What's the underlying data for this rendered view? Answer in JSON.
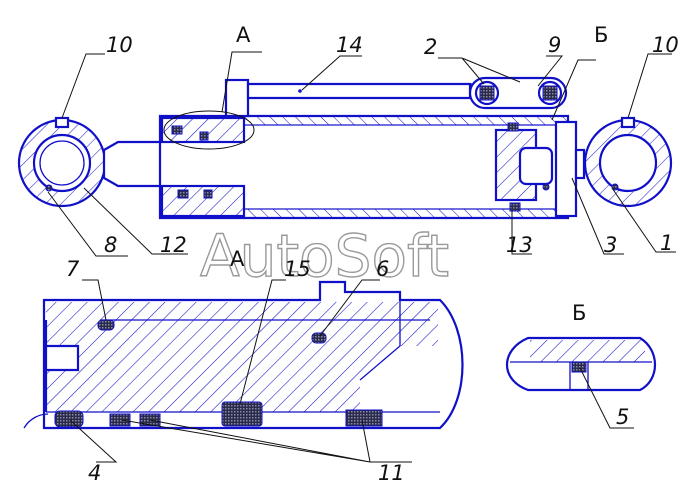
{
  "callouts": [
    {
      "id": "c10l",
      "text": "10"
    },
    {
      "id": "cA",
      "text": "А"
    },
    {
      "id": "c14",
      "text": "14"
    },
    {
      "id": "c2",
      "text": "2"
    },
    {
      "id": "c9",
      "text": "9"
    },
    {
      "id": "cB",
      "text": "Б"
    },
    {
      "id": "c10r",
      "text": "10"
    },
    {
      "id": "c8",
      "text": "8"
    },
    {
      "id": "c12",
      "text": "12"
    },
    {
      "id": "c13",
      "text": "13"
    },
    {
      "id": "c3",
      "text": "3"
    },
    {
      "id": "c1",
      "text": "1"
    },
    {
      "id": "c7",
      "text": "7"
    },
    {
      "id": "cA2",
      "text": "А"
    },
    {
      "id": "c15",
      "text": "15"
    },
    {
      "id": "c6",
      "text": "6"
    },
    {
      "id": "cB2",
      "text": "Б"
    },
    {
      "id": "c5",
      "text": "5"
    },
    {
      "id": "c4",
      "text": "4"
    },
    {
      "id": "c11",
      "text": "11"
    }
  ],
  "watermark": "AutoSoft",
  "colors": {
    "outline": "#1010c8",
    "hatch": "#1010c8",
    "seal": "#555555",
    "text": "#111111"
  }
}
